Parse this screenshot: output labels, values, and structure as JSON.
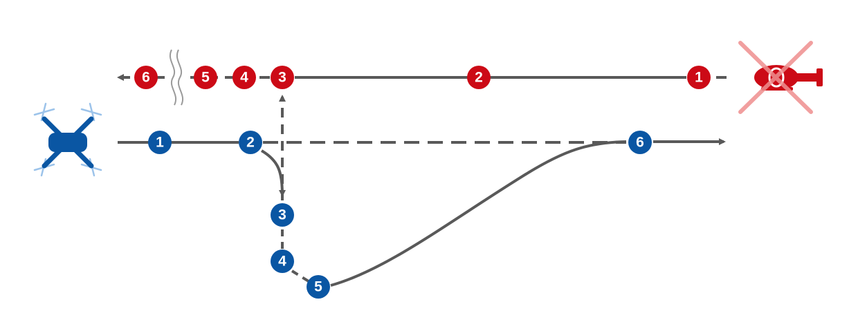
{
  "colors": {
    "path": "#595959",
    "drone": "#0a56a3",
    "drone_rotor": "#9cc3ea",
    "helicopter": "#cc0a16",
    "cross": "#ef8f8f",
    "background": "#ffffff"
  },
  "icons": {
    "drone": "quadcopter-drone-icon",
    "helicopter": "helicopter-icon",
    "cross": "cross-out-icon",
    "break": "axis-break-icon"
  },
  "drone_waypoints": [
    {
      "label": "1"
    },
    {
      "label": "2"
    },
    {
      "label": "3"
    },
    {
      "label": "4"
    },
    {
      "label": "5"
    },
    {
      "label": "6"
    }
  ],
  "helicopter_waypoints": [
    {
      "label": "1"
    },
    {
      "label": "2"
    },
    {
      "label": "3"
    },
    {
      "label": "4"
    },
    {
      "label": "5"
    },
    {
      "label": "6"
    }
  ]
}
